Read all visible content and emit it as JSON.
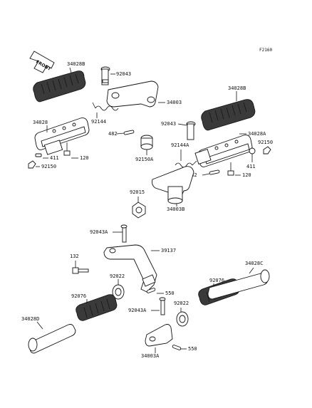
{
  "figure_code": "F2160",
  "front_label": "FRONT",
  "labels": {
    "l_34028b_top": "34028B",
    "l_92043_top": "92043",
    "l_34003": "34003",
    "l_92144": "92144",
    "l_34028": "34028",
    "l_482_a": "482",
    "l_411_a": "411",
    "l_120_a": "120",
    "l_92150_a": "92150",
    "l_34028b_right": "34028B",
    "l_92043_mid": "92043",
    "l_34028a": "34028A",
    "l_92150_b": "92150",
    "l_92150a": "92150A",
    "l_92144a": "92144A",
    "l_482_b": "482",
    "l_411_b": "411",
    "l_120_b": "120",
    "l_92015": "92015",
    "l_34003b": "34003B",
    "l_92043a_top": "92043A",
    "l_39137": "39137",
    "l_132": "132",
    "l_92022_a": "92022",
    "l_550_a": "550",
    "l_92076_a": "92076",
    "l_34028c": "34028C",
    "l_92076_b": "92076",
    "l_92022_b": "92022",
    "l_92043a_low": "92043A",
    "l_34028d": "34028D",
    "l_34003a": "34003A",
    "l_550_b": "550"
  }
}
